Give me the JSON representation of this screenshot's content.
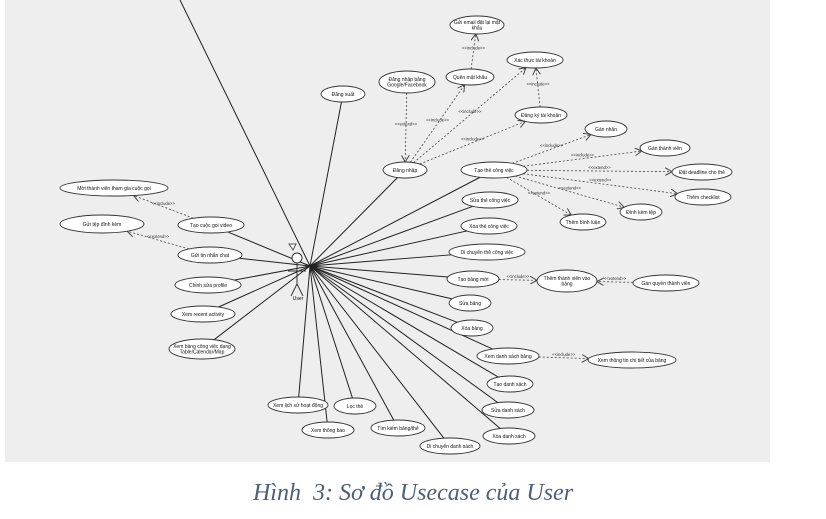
{
  "actor": {
    "name": "User"
  },
  "usecases": [
    {
      "id": "gui-email",
      "label": "Gửi email đặt lại mật khẩu"
    },
    {
      "id": "quen-mat-khau",
      "label": "Quên mật khẩu"
    },
    {
      "id": "xac-thuc",
      "label": "Xác thực tài khoản"
    },
    {
      "id": "dang-nhap-gg",
      "label": "Đăng nhập bằng Google/Facebook"
    },
    {
      "id": "dang-xuat",
      "label": "Đăng xuất"
    },
    {
      "id": "dang-ky",
      "label": "Đăng ký tài khoản"
    },
    {
      "id": "dang-nhap",
      "label": "Đăng nhập"
    },
    {
      "id": "gan-nhan",
      "label": "Gán nhãn"
    },
    {
      "id": "gan-thanh-vien",
      "label": "Gán thành viên"
    },
    {
      "id": "tao-the",
      "label": "Tạo thẻ công việc"
    },
    {
      "id": "dat-deadline",
      "label": "Đặt deadline cho thẻ"
    },
    {
      "id": "them-checklist",
      "label": "Thêm checklist"
    },
    {
      "id": "dinh-kem-tep",
      "label": "Đính kèm tệp"
    },
    {
      "id": "them-binh-luan",
      "label": "Thêm bình luận"
    },
    {
      "id": "moi-thanh-vien",
      "label": "Mời thành viên tham gia cuộc gọi"
    },
    {
      "id": "sua-the",
      "label": "Sửa thẻ công việc"
    },
    {
      "id": "tao-cuoc-goi",
      "label": "Tạo cuộc gọi video"
    },
    {
      "id": "xoa-the",
      "label": "Xóa thẻ công việc"
    },
    {
      "id": "gui-tep",
      "label": "Gửi tệp đính kèm"
    },
    {
      "id": "gui-tin-nhan",
      "label": "Gửi tin nhắn chat"
    },
    {
      "id": "di-chuyen-the",
      "label": "Di chuyển thẻ công việc"
    },
    {
      "id": "tao-bang",
      "label": "Tạo bảng mới"
    },
    {
      "id": "them-tv-bang",
      "label": "Thêm thành viên vào bảng"
    },
    {
      "id": "gan-quyen",
      "label": "Gán quyền thành viên"
    },
    {
      "id": "chinh-sua-profile",
      "label": "Chỉnh sửa profile"
    },
    {
      "id": "sua-bang",
      "label": "Sửa bảng"
    },
    {
      "id": "xem-recent",
      "label": "Xem recent activity"
    },
    {
      "id": "xoa-bang",
      "label": "Xóa bảng"
    },
    {
      "id": "xem-bang-dang",
      "label": "Xem bảng công việc dạng Table/Calendar/Map"
    },
    {
      "id": "xem-ds-bang",
      "label": "Xem danh sách bảng"
    },
    {
      "id": "xem-tt-bang",
      "label": "Xem thông tin chi tiết của bảng"
    },
    {
      "id": "tao-ds",
      "label": "Tạo danh sách"
    },
    {
      "id": "xem-lich-su",
      "label": "Xem lịch sử hoạt động"
    },
    {
      "id": "loc-the",
      "label": "Lọc thẻ"
    },
    {
      "id": "sua-ds",
      "label": "Sửa danh sách"
    },
    {
      "id": "xem-thong-bao",
      "label": "Xem thông báo"
    },
    {
      "id": "tim-kiem",
      "label": "Tìm kiếm bảng/thẻ"
    },
    {
      "id": "xoa-ds",
      "label": "Xóa danh sách"
    },
    {
      "id": "di-chuyen-ds",
      "label": "Di chuyển danh sách"
    }
  ],
  "relation_labels": {
    "include": "<<include>>",
    "extend": "<<extend>>"
  },
  "caption": "Hình  3: Sơ đồ Usecase của User"
}
